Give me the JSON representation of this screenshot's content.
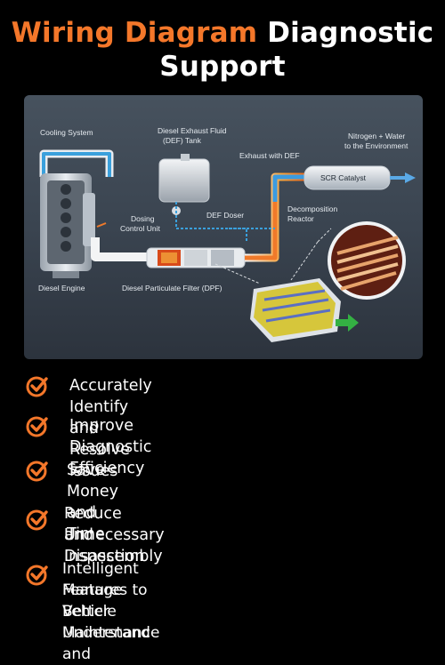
{
  "title": {
    "accent": "Wiring Diagram",
    "white_1": "Diagnostic",
    "white_2": "Support"
  },
  "diagram": {
    "labels": {
      "cooling_system": "Cooling System",
      "def_tank_1": "Diesel Exhaust Fluid",
      "def_tank_2": "(DEF) Tank",
      "nitrogen_1": "Nitrogen + Water",
      "nitrogen_2": "to the Environment",
      "exhaust_def": "Exhaust with DEF",
      "scr": "SCR Catalyst",
      "dosing_1": "Dosing",
      "dosing_2": "Control Unit",
      "def_doser": "DEF Doser",
      "decomp_1": "Decomposition",
      "decomp_2": "Reactor",
      "engine": "Diesel Engine",
      "dpf": "Diesel Particulate Filter (DPF)"
    }
  },
  "features": [
    {
      "text": "Accurately Identify and Resolve Issues"
    },
    {
      "text": "Improve Diagnostic Efficiency"
    },
    {
      "text": "Save Money and Time"
    },
    {
      "text_1": "Reduce Unnecessary Disassembly",
      "text_2": "and Inspection"
    },
    {
      "text_1": "Intelligent Features to Better Understand and",
      "text_2": "Manage Vehicle Maintenance"
    }
  ],
  "colors": {
    "accent": "#f4772a",
    "background": "#000000",
    "panel": "#3f4955"
  }
}
